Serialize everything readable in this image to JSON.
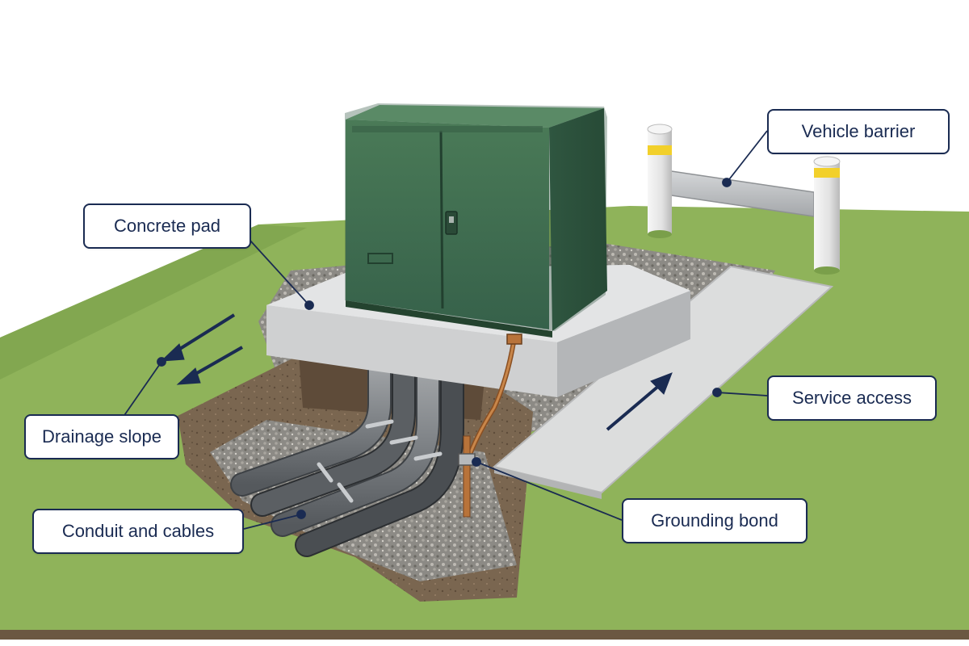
{
  "labels": {
    "vehicle_barrier": "Vehicle barrier",
    "concrete_pad": "Concrete pad",
    "service_access": "Service access",
    "drainage_slope": "Drainage slope",
    "conduit_and_cables": "Conduit and cables",
    "grounding_bond": "Grounding bond"
  },
  "colors": {
    "callout_text": "#1a2b52",
    "cabinet_green": "#3f6e4d",
    "grass": "#8fb35a",
    "concrete": "#d9dadb",
    "barrier_stripe": "#f2d02b",
    "copper": "#b8733a"
  },
  "icons": {
    "drainage_arrows": "arrow-left-down-icon",
    "service_arrow": "arrow-up-right-icon"
  }
}
